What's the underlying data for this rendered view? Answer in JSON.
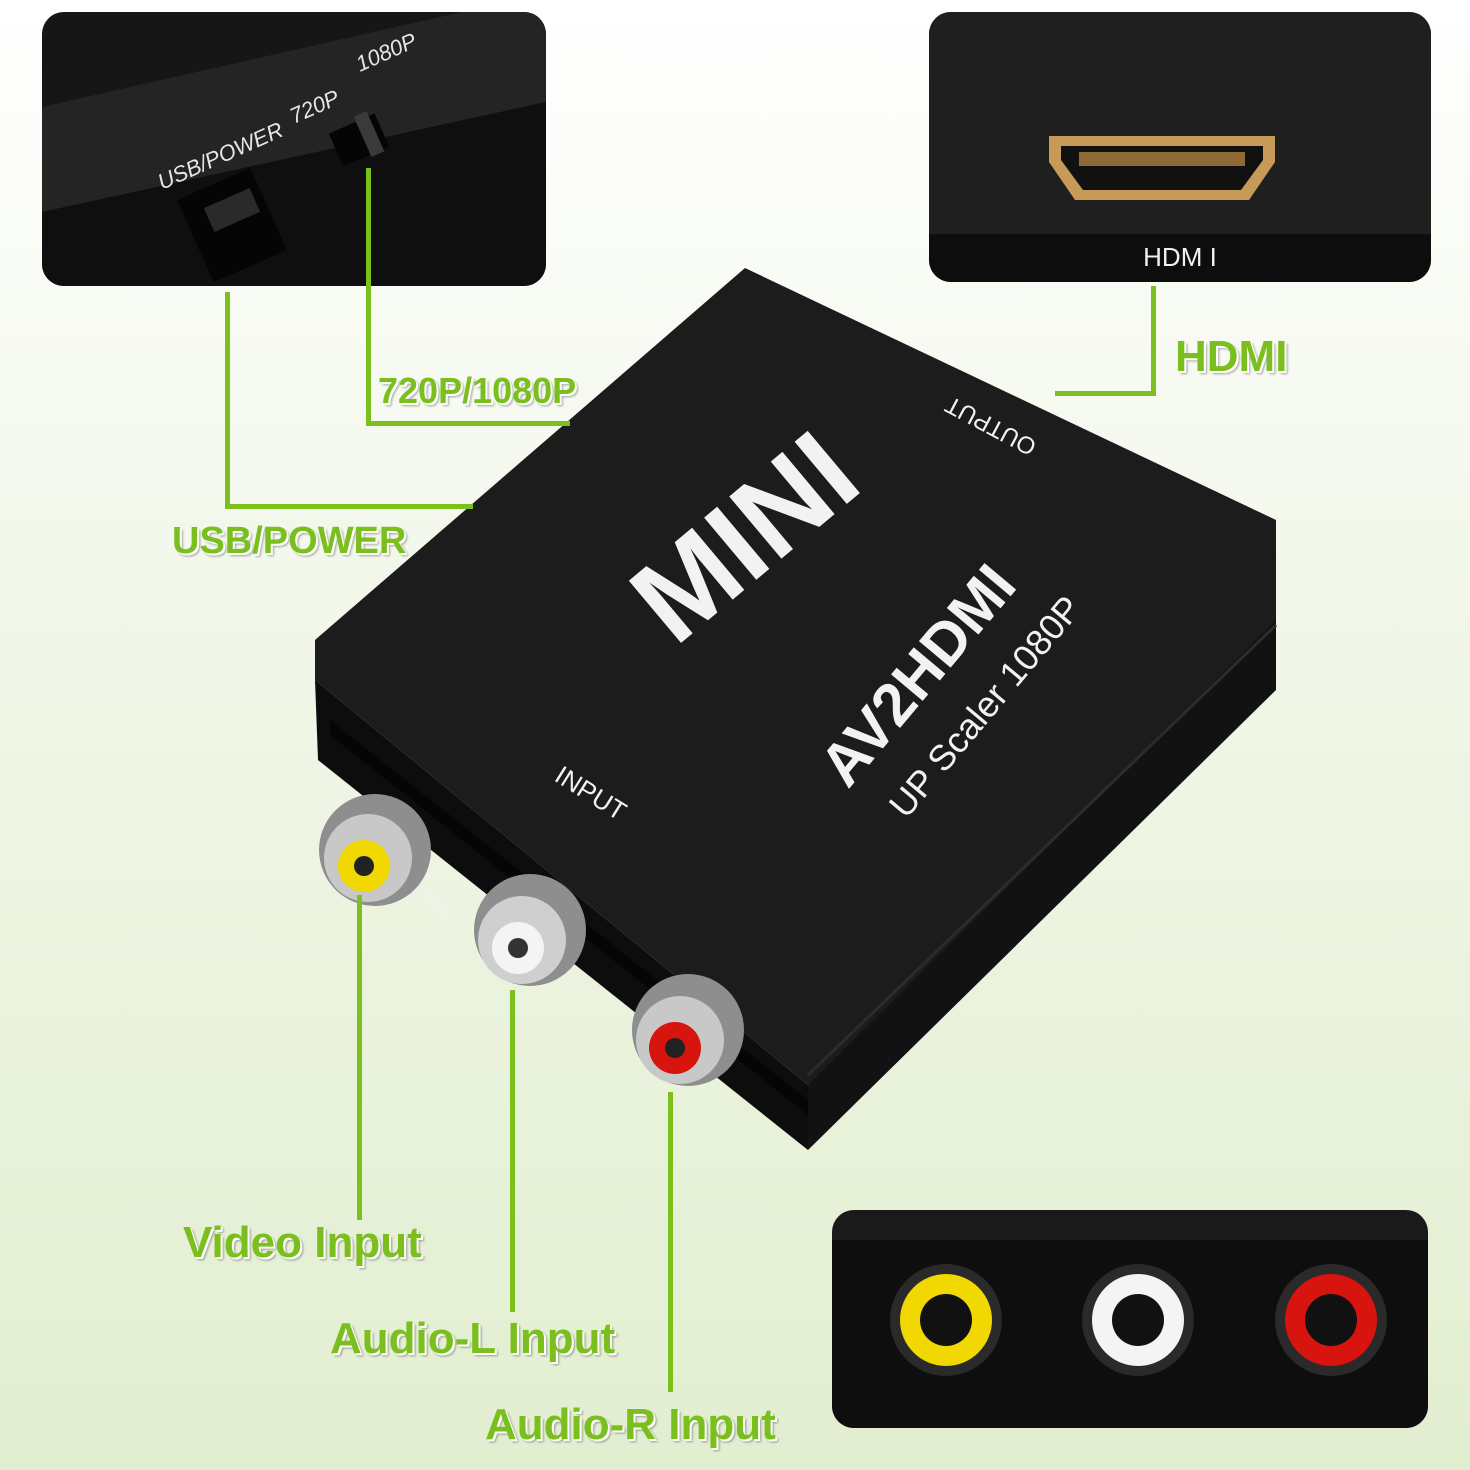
{
  "inset_top_left": {
    "usb_power_label": "USB/POWER",
    "res_720_label": "720P",
    "res_1080_label": "1080P"
  },
  "inset_top_right": {
    "port_label": "HDM I"
  },
  "device": {
    "brand": "MINI",
    "model": "AV2HDMI",
    "subtitle": "UP Scaler 1080P",
    "input_label": "INPUT",
    "output_label": "OUTPUT",
    "port_label_fragment": "VBS"
  },
  "callouts": {
    "resolution": "720P/1080P",
    "usb_power": "USB/POWER",
    "hdmi": "HDMI",
    "video_input": "Video Input",
    "audio_l_input": "Audio-L Input",
    "audio_r_input": "Audio-R Input"
  },
  "colors": {
    "accent": "#7bbf1e",
    "device_body": "#1a1a1a",
    "video_jack": "#f0d800",
    "audio_l_jack": "#f4f4f4",
    "audio_r_jack": "#d8140e",
    "hdmi_gold": "#c79a58"
  }
}
